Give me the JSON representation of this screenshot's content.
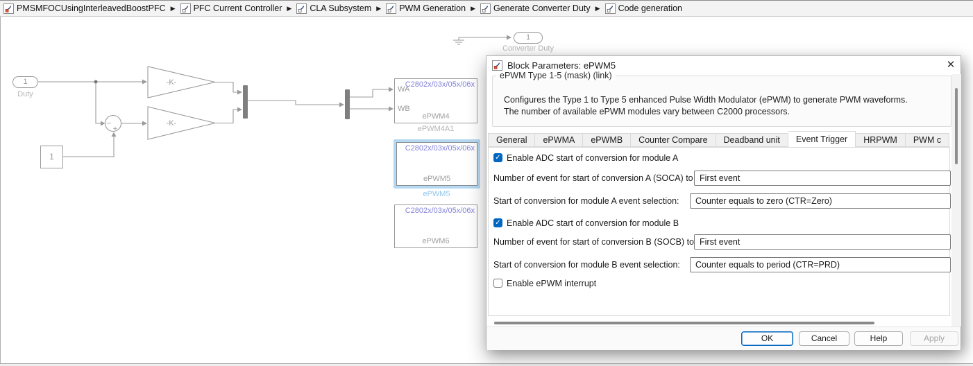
{
  "breadcrumb": {
    "items": [
      "PMSMFOCUsingInterleavedBoostPFC",
      "PFC Current Controller",
      "CLA Subsystem",
      "PWM Generation",
      "Generate Converter Duty",
      "Code generation"
    ]
  },
  "icons": {
    "arrow": "▶",
    "close": "✕",
    "check": "✓"
  },
  "diagram": {
    "outport": {
      "number": "1",
      "label": "Converter Duty"
    },
    "inport": {
      "number": "1",
      "label": "Duty"
    },
    "constant": {
      "value": "1"
    },
    "gain_top": {
      "label": "-K-"
    },
    "gain_bottom": {
      "label": "-K-"
    },
    "sum": {
      "sign_left": "−",
      "sign_bottom": "+"
    },
    "blocks": [
      {
        "chip": "C2802x/03x/05x/06x",
        "name": "ePWM4",
        "caption": "ePWM4A1",
        "port_a": "WA",
        "port_b": "WB"
      },
      {
        "chip": "C2802x/03x/05x/06x",
        "name": "ePWM5",
        "caption": "ePWM5"
      },
      {
        "chip": "C2802x/03x/05x/06x",
        "name": "ePWM6"
      }
    ]
  },
  "dialog": {
    "title": "Block Parameters: ePWM5",
    "mask": {
      "legend": "ePWM Type 1-5 (mask) (link)",
      "description_line1": "Configures the Type 1 to Type 5 enhanced Pulse Width Modulator (ePWM) to generate PWM waveforms.",
      "description_line2": "The number of available ePWM modules vary between C2000 processors."
    },
    "tabs": [
      {
        "label": "General",
        "active": false
      },
      {
        "label": "ePWMA",
        "active": false
      },
      {
        "label": "ePWMB",
        "active": false
      },
      {
        "label": "Counter Compare",
        "active": false
      },
      {
        "label": "Deadband unit",
        "active": false
      },
      {
        "label": "Event Trigger",
        "active": true
      },
      {
        "label": "HRPWM",
        "active": false
      },
      {
        "label": "PWM c",
        "active": false
      }
    ],
    "fields": {
      "soca_enable": {
        "label": "Enable ADC start of conversion for module A",
        "checked": true
      },
      "soca_count": {
        "label": "Number of event for start of conversion A (SOCA) to be generated:",
        "value": "First event"
      },
      "soca_event": {
        "label": "Start of conversion for module A event selection:",
        "value": "Counter equals to zero (CTR=Zero)"
      },
      "socb_enable": {
        "label": "Enable ADC start of conversion for module B",
        "checked": true
      },
      "socb_count": {
        "label": "Number of event for start of conversion B (SOCB) to be generated:",
        "value": "First event"
      },
      "socb_event": {
        "label": "Start of conversion for module B event selection:",
        "value": "Counter equals to period (CTR=PRD)"
      },
      "interrupt_enable": {
        "label": "Enable ePWM interrupt",
        "checked": false
      }
    },
    "buttons": {
      "ok": "OK",
      "cancel": "Cancel",
      "help": "Help",
      "apply": "Apply"
    }
  },
  "colors": {
    "accent": "#0067c0",
    "selection_highlight": "#b5d9f2",
    "chip_text": "#8282dc",
    "diagram_gray": "#9a9a9a"
  }
}
